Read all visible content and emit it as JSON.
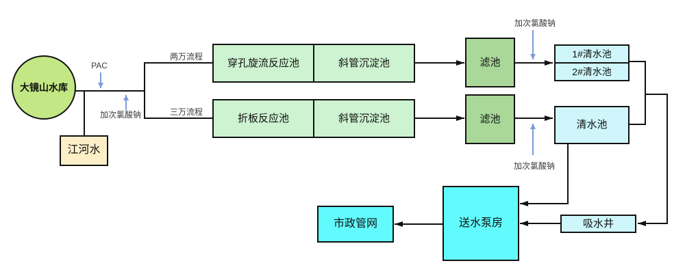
{
  "colors": {
    "circleFill": "#c3e784",
    "creamFill": "#fcefc8",
    "processFill": "#cdf3d0",
    "filterFill": "#a9d899",
    "clearFill": "#cff7fb",
    "pumpFill": "#62fbfd",
    "line": "#111111",
    "blue": "#7b9bd9",
    "labelColor": "#3c3c3c"
  },
  "nodes": {
    "reservoir": "大镜山水库",
    "river": "江河水",
    "reaction_pool_1": "穿孔旋流反应池",
    "sediment_pool_1": "斜管沉淀池",
    "reaction_pool_2": "折板反应池",
    "sediment_pool_2": "斜管沉淀池",
    "filter_1": "滤池",
    "filter_2": "滤池",
    "clearwater_1": "1#清水池",
    "clearwater_2": "2#清水池",
    "clearwater_main": "清水池",
    "suction_well": "吸水井",
    "pump_station": "送水泵房",
    "municipal_network": "市政管网"
  },
  "labels": {
    "pac": "PAC",
    "chem_left": "加次氯酸钠",
    "chem_top": "加次氯酸钠",
    "chem_bottom": "加次氯酸钠",
    "flow_20k": "两万流程",
    "flow_30k": "三万流程"
  }
}
